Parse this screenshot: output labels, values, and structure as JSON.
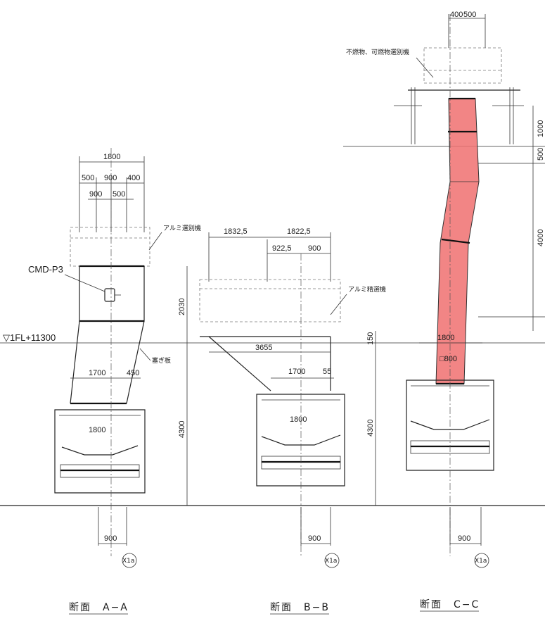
{
  "sections": {
    "aa": {
      "title": "断面　A−A",
      "dim_top": "1800",
      "dim_row2": [
        "500",
        "900",
        "400"
      ],
      "dim_row3": [
        "900",
        "500"
      ],
      "separator_label": "アルミ選別機",
      "damper_label": "CMD-P3",
      "floor_label": "▽1FL+11300",
      "plate_label": "塞ぎ板",
      "dim_vertical_upper": "2030",
      "dim_vertical_lower": "4300",
      "dim_chute": [
        "1700",
        "450"
      ],
      "dim_belt": "1800",
      "dim_bottom": "900",
      "axis_label": "X1a"
    },
    "bb": {
      "title": "断面　B−B",
      "dim_top": [
        "1832,5",
        "1822,5"
      ],
      "dim_row2": [
        "922,5",
        "900"
      ],
      "separator_label": "アルミ精選機",
      "dim_vertical_upper": "150",
      "dim_vertical_lower": "4300",
      "dim_hopper": "3655",
      "dim_chute": [
        "1700",
        "55"
      ],
      "dim_belt": "1800",
      "dim_bottom": "900",
      "axis_label": "X1a"
    },
    "cc": {
      "title": "断面　C−C",
      "dim_top": [
        "400",
        "500"
      ],
      "separator_label": "不燃物、可燃物選別機",
      "dim_right": [
        "1000",
        "500",
        "4000"
      ],
      "dim_chute_width": "1800",
      "dim_chute_square": "□800",
      "dim_bottom": "900",
      "axis_label": "X1a",
      "highlight_color": "#f07070"
    }
  }
}
